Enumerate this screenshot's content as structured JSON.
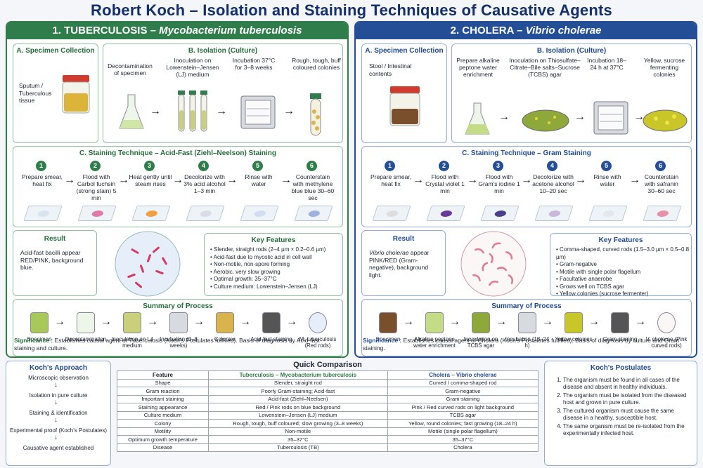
{
  "title": "Robert Koch – Isolation and Staining Techniques of Causative Agents",
  "tb": {
    "heading_main": "1. TUBERCULOSIS – ",
    "heading_italic": "Mycobacterium tuberculosis",
    "specimen": {
      "title": "A. Specimen Collection",
      "label": "Sputum / Tuberculous tissue"
    },
    "isolation": {
      "title": "B. Isolation (Culture)",
      "steps": [
        "Decontamination of specimen",
        "Inoculation on Lowenstein–Jensen (LJ) medium",
        "Incubation 37°C for 3–8 weeks",
        "Rough, tough, buff coloured colonies"
      ]
    },
    "staining": {
      "title": "C. Staining Technique – Acid-Fast (Ziehl–Neelson) Staining",
      "steps": [
        {
          "n": "1",
          "text": "Prepare smear, heat fix"
        },
        {
          "n": "2",
          "text": "Flood with Carbol fuchsin (strong stain) 5 min"
        },
        {
          "n": "3",
          "text": "Heat gently until steam rises"
        },
        {
          "n": "4",
          "text": "Decolorize with 3% acid alcohol 1–3 min"
        },
        {
          "n": "5",
          "text": "Rinse with water"
        },
        {
          "n": "6",
          "text": "Counterstain with methylene blue blue 30–60 sec"
        }
      ]
    },
    "result": {
      "title": "Result",
      "text": "Acid-fast bacilli appear RED/PINK, background blue."
    },
    "features": {
      "title": "Key Features",
      "items": [
        "Slender, straight rods (2–4 µm × 0.2–0.6 µm)",
        "Acid-fast due to mycolic acid in cell wall",
        "Non-motile, non-spore forming",
        "Aerobic, very slow growing",
        "Optimal growth: 35–37°C",
        "Culture medium: Lowenstein–Jensen (LJ)"
      ]
    },
    "summary": {
      "title": "Summary of Process",
      "steps": [
        "Specimen",
        "Decontamination",
        "Inoculation on LJ medium",
        "Incubation (3–8 weeks)",
        "Colonies",
        "Acid-fast staining",
        "M. tuberculosis (Red rods)"
      ]
    },
    "significance": {
      "label": "Significance :",
      "text": "Establishes causal agent of Tuberculosis (Koch's Postulates fulfilled). Basis of diagnosis by Acid-fast staining and culture."
    }
  },
  "ch": {
    "heading_main": "2. CHOLERA – ",
    "heading_italic": "Vibrio cholerae",
    "specimen": {
      "title": "A. Specimen Collection",
      "label": "Stool / Intestinal contents"
    },
    "isolation": {
      "title": "B. Isolation (Culture)",
      "steps": [
        "Prepare alkaline peptone water enrichment",
        "Inoculation on Thiosulfate–Citrate–Bile salts–Sucrose (TCBS) agar",
        "Incubation 18–24 h at 37°C",
        "Yellow, sucrose fermenting colonies"
      ]
    },
    "staining": {
      "title": "C. Staining Technique – Gram Staining",
      "steps": [
        {
          "n": "1",
          "text": "Prepare smear, heat fix"
        },
        {
          "n": "2",
          "text": "Flood with Crystal violet 1 min"
        },
        {
          "n": "3",
          "text": "Flood with Gram's iodine 1 min"
        },
        {
          "n": "4",
          "text": "Decolorize with acetone alcohol 10–20 sec"
        },
        {
          "n": "5",
          "text": "Rinse with water"
        },
        {
          "n": "6",
          "text": "Counterstain with safranin 30–60 sec"
        }
      ]
    },
    "result": {
      "title": "Result",
      "organism": "Vibrio cholerae",
      "text": "appear PINK/RED (Gram-negative), background light."
    },
    "features": {
      "title": "Key Features",
      "items": [
        "Comma-shaped, curved rods (1.5–3.0 µm × 0.5–0.8 µm)",
        "Gram-negative",
        "Motile with single polar flagellum",
        "Facultative anaerobe",
        "Grows well on TCBS agar",
        "Yellow colonies (sucrose fermenter)"
      ]
    },
    "summary": {
      "title": "Summary of Process",
      "steps": [
        "Specimen",
        "Alkaline peptone water enrichment",
        "Inoculation on TCBS agar",
        "Incubation (18–24 h)",
        "Yellow colonies",
        "Gram staining",
        "V. cholerae (Pink curved rods)"
      ]
    },
    "significance": {
      "label": "Significance :",
      "text": "Establishes causal agent of Cholera (Koch's Postulates fulfilled). Basis of diagnosis by culture and Gram staining."
    }
  },
  "approach": {
    "title": "Koch's Approach",
    "steps": [
      "Microscopic observation",
      "Isolation in pure culture",
      "Staining & identification",
      "Experimental proof (Koch's Postulates)",
      "Causative agent established"
    ]
  },
  "comparison": {
    "title": "Quick Comparison",
    "headers": [
      "Feature",
      "Tuberculosis – Mycobacterium tuberculosis",
      "Cholera – Vibrio cholerae"
    ],
    "rows": [
      [
        "Shape",
        "Slender, straight rod",
        "Curved / comma-shaped rod"
      ],
      [
        "Gram reaction",
        "Poorly Gram-staining; Acid-fast",
        "Gram-negative"
      ],
      [
        "Important staining",
        "Acid-fast (Ziehl–Neelsen)",
        "Gram-staining"
      ],
      [
        "Staining appearance",
        "Red / Pink rods on blue background",
        "Pink / Red curved rods on light background"
      ],
      [
        "Culture medium",
        "Lowenstein–Jensen (LJ) medium",
        "TCBS agar"
      ],
      [
        "Colony",
        "Rough, tough, buff coloured; slow growing (3–8 weeks)",
        "Yellow, round colonies; fast growing (18–24 h)"
      ],
      [
        "Motility",
        "Non-motile",
        "Motile (single polar flagellum)"
      ],
      [
        "Optimum growth temperature",
        "35–37°C",
        "35–37°C"
      ],
      [
        "Disease",
        "Tuberculosis (TB)",
        "Cholera"
      ]
    ]
  },
  "postulates": {
    "title": "Koch's Postulates",
    "items": [
      "The organism must be found in all cases of the disease and absent in healthy individuals.",
      "The organism must be isolated from the diseased host and grown in pure culture.",
      "The cultured organism must cause the same disease in a healthy, susceptible host.",
      "The same organism must be re-isolated from the experimentally infected host."
    ]
  },
  "colors": {
    "tb_green": "#2f7d4a",
    "cholera_blue": "#244f97",
    "title_navy": "#14306a"
  }
}
